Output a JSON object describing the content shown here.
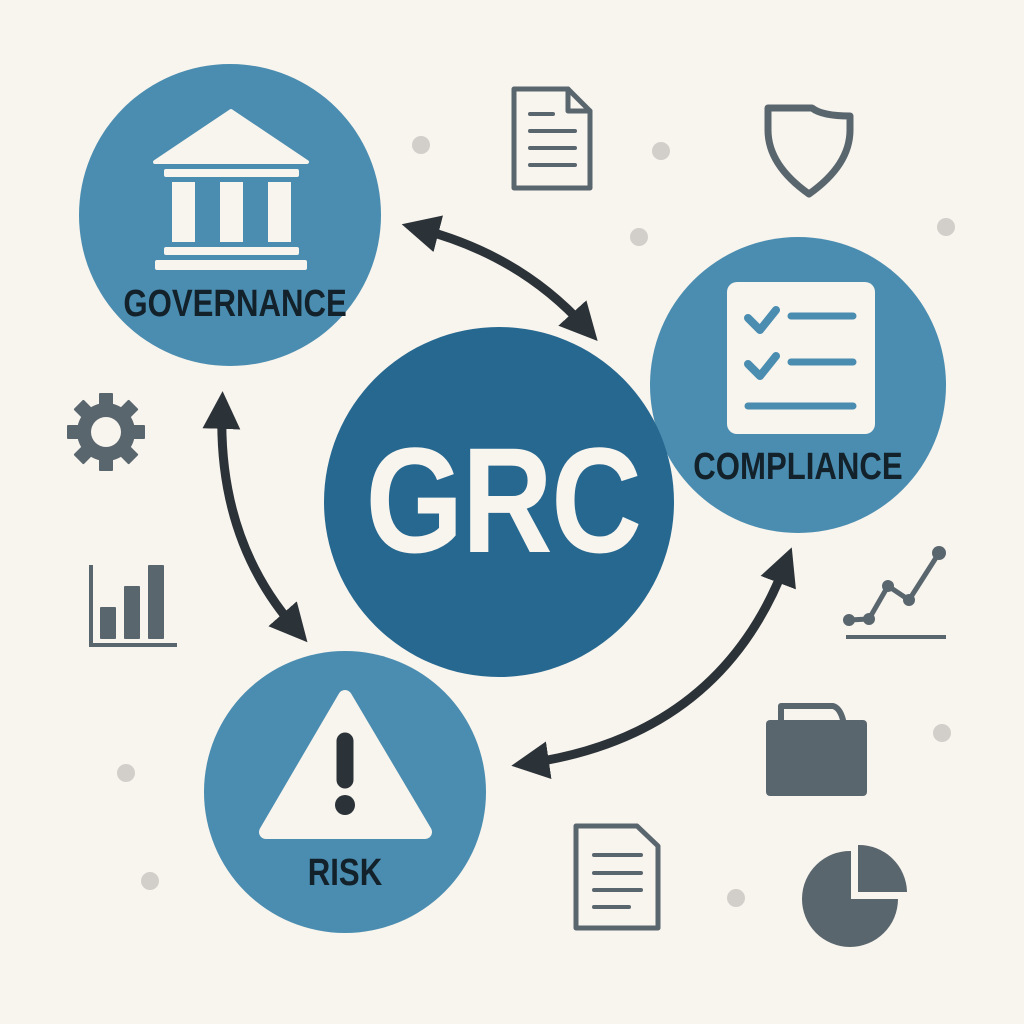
{
  "diagram": {
    "title": "GRC",
    "center": {
      "label": "GRC",
      "color": "#266890"
    },
    "nodes": [
      {
        "id": "governance",
        "label": "GOVERNANCE",
        "icon": "bank-building-icon",
        "color": "#4a8db0"
      },
      {
        "id": "compliance",
        "label": "COMPLIANCE",
        "icon": "checklist-icon",
        "color": "#4a8db0"
      },
      {
        "id": "risk",
        "label": "RISK",
        "icon": "warning-triangle-icon",
        "color": "#4a8db0"
      }
    ],
    "connections": [
      {
        "from": "governance",
        "to": "grc",
        "type": "bidirectional-arrow"
      },
      {
        "from": "governance",
        "to": "risk",
        "type": "bidirectional-arrow"
      },
      {
        "from": "compliance",
        "to": "risk",
        "type": "bidirectional-arrow"
      }
    ],
    "decorative_icons": [
      "document-icon",
      "shield-icon",
      "gear-icon",
      "bar-chart-icon",
      "line-chart-icon",
      "folder-icon",
      "document-icon",
      "pie-chart-icon"
    ],
    "colors": {
      "background": "#f8f4ee",
      "node_fill": "#4a8db0",
      "center_fill": "#266890",
      "arrow": "#2b3238",
      "icon_gray": "#5a666e",
      "dot": "#d2cfca",
      "label_text": "#13212b",
      "icon_light": "#f8f4ee"
    }
  }
}
